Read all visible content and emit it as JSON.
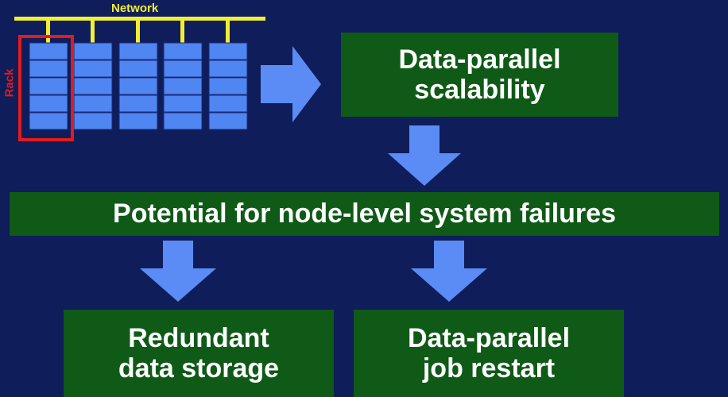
{
  "diagram": {
    "network_label": "Network",
    "rack_label": "Rack",
    "box_scalability": [
      "Data-parallel",
      "scalability"
    ],
    "box_failures": "Potential for node-level system failures",
    "box_redundant": [
      "Redundant",
      "data storage"
    ],
    "box_restart": [
      "Data-parallel",
      "job restart"
    ]
  },
  "colors": {
    "background": "#0f1d5a",
    "box_fill": "#0f5a17",
    "arrow_fill": "#5b8cf5",
    "network_line": "#f2ee33",
    "rack_outline": "#e31b1b",
    "node_fill": "#4f86f2"
  }
}
